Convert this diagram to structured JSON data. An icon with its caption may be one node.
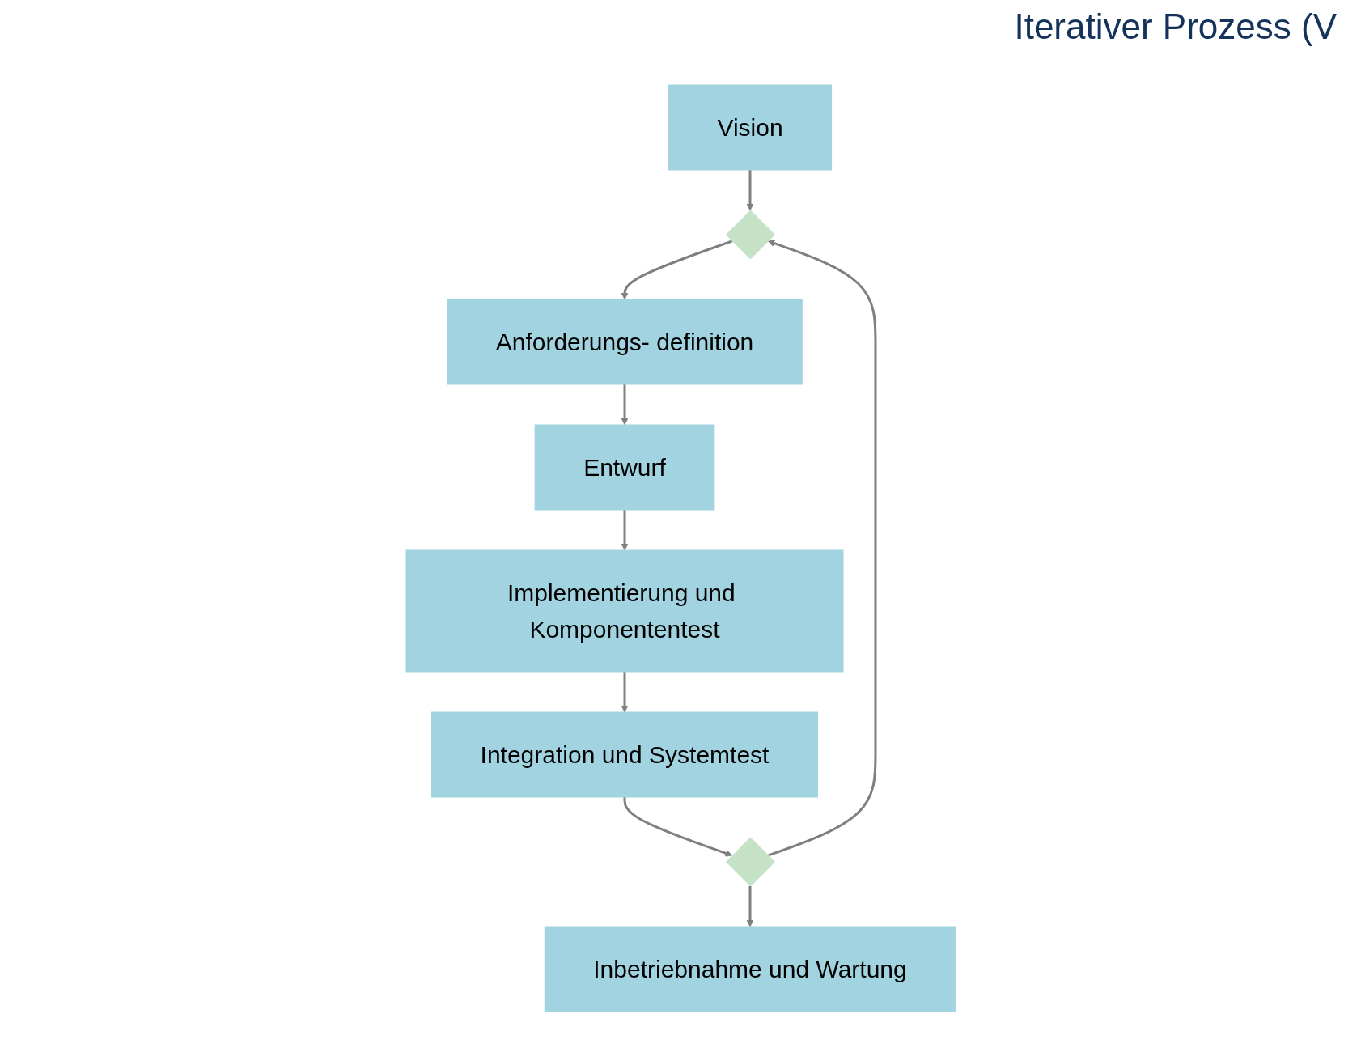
{
  "diagram": {
    "title": "Iterativer Prozess (V",
    "nodes": [
      {
        "text": [
          "Vision"
        ]
      },
      {
        "text": [],
        "shape": "diamond"
      },
      {
        "text": [
          "Anforderungs- definition"
        ]
      },
      {
        "text": [
          "Entwurf"
        ]
      },
      {
        "text": [
          "Implementierung und Komponententest"
        ]
      },
      {
        "text": [
          "Integration und Systemtest"
        ]
      },
      {
        "text": [],
        "shape": "diamond"
      },
      {
        "text": [
          "Inbetriebnahme und Wartung"
        ]
      }
    ],
    "edges": [
      {
        "from": 0,
        "to": 1,
        "arrow": "to"
      },
      {
        "from": 6,
        "to": 1,
        "arrow": "to"
      },
      {
        "from": 1,
        "to": 2,
        "arrow": "to"
      },
      {
        "from": 2,
        "to": 3,
        "arrow": "to"
      },
      {
        "from": 3,
        "to": 4,
        "arrow": "to"
      },
      {
        "from": 4,
        "to": 5,
        "arrow": "to"
      },
      {
        "from": 5,
        "to": 6,
        "arrow": "to"
      },
      {
        "from": 6,
        "to": 7,
        "arrow": "to"
      }
    ]
  }
}
